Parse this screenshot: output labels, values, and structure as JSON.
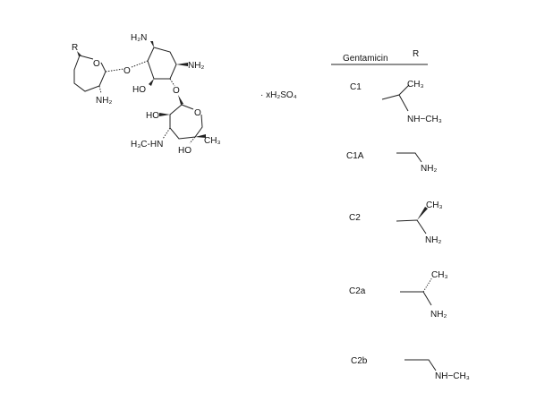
{
  "structure": {
    "r_group": "R",
    "amine_top": "H₂N",
    "amine_right": "NH₂",
    "amine_left_ring": "NH₂",
    "oxygen_link_left": "O",
    "oxygen_link_bottom": "O",
    "ring_o_left": "O",
    "ring_o_bottom": "O",
    "hydroxyl_central": "HO",
    "hydroxyl_bottom_ring": "HO",
    "hydroxyl_lower": "HO",
    "methylamino": "H₃C-HN",
    "methyl": "CH₃",
    "salt": "· xH₂SO₄"
  },
  "table": {
    "header_name": "Gentamicin",
    "header_r": "R",
    "rows": [
      {
        "name": "C1",
        "labels": [
          "CH₃",
          "NH−CH₃"
        ]
      },
      {
        "name": "C1A",
        "labels": [
          "NH₂"
        ]
      },
      {
        "name": "C2",
        "labels": [
          "CH₃",
          "NH₂"
        ]
      },
      {
        "name": "C2a",
        "labels": [
          "CH₃",
          "NH₂"
        ]
      },
      {
        "name": "C2b",
        "labels": [
          "NH−CH₃"
        ]
      }
    ]
  }
}
